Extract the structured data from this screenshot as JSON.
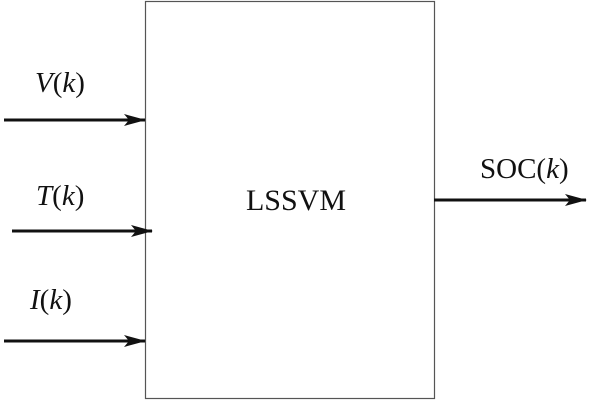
{
  "block": {
    "label": "LSSVM"
  },
  "inputs": [
    {
      "symbol": "V",
      "open": "(",
      "arg": "k",
      "close": ")"
    },
    {
      "symbol": "T",
      "open": "(",
      "arg": "k",
      "close": ")"
    },
    {
      "symbol": "I",
      "open": "(",
      "arg": "k",
      "close": ")"
    }
  ],
  "output": {
    "symbol": "SOC",
    "open": "(",
    "arg": "k",
    "close": ")"
  },
  "colors": {
    "line": "#111111",
    "box_border": "#555555",
    "background": "#ffffff"
  }
}
